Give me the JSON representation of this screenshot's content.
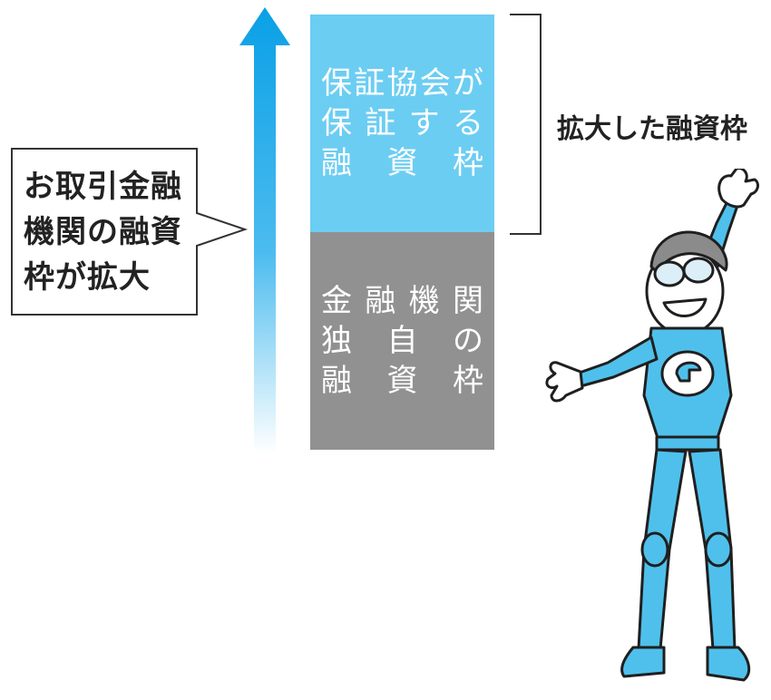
{
  "colors": {
    "arrow_top": "#0aa0e6",
    "arrow_bottom": "#ffffff",
    "guarantee_block": "#6ccdf2",
    "bank_block": "#919191",
    "text_dark": "#222222",
    "text_light": "#ffffff",
    "mascot_body": "#4fc0ec"
  },
  "callout": {
    "lines": [
      "お取引金融",
      "機関の融資",
      "枠が拡大"
    ]
  },
  "blocks": {
    "guarantee": {
      "lines": [
        [
          "保",
          "証",
          "協",
          "会",
          "が"
        ],
        [
          "保",
          "証",
          "す",
          "る"
        ],
        [
          "融",
          "資",
          "枠"
        ]
      ]
    },
    "bank": {
      "lines": [
        [
          "金",
          "融",
          "機",
          "関"
        ],
        [
          "独",
          "自",
          "の"
        ],
        [
          "融",
          "資",
          "枠"
        ]
      ]
    }
  },
  "bracket_label": "拡大した融資枠",
  "icons": {
    "arrow": "up-arrow-icon",
    "mascot": "superhero-mascot-icon"
  }
}
